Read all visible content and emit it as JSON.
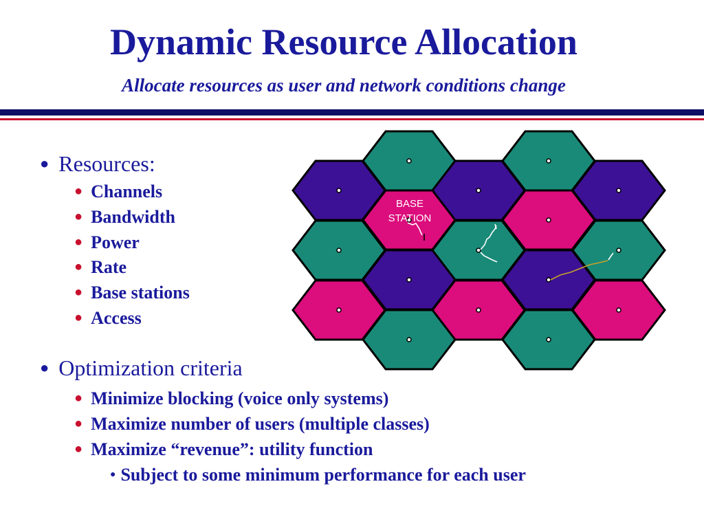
{
  "slide": {
    "title": "Dynamic Resource Allocation",
    "subtitle": "Allocate resources as user and network conditions change"
  },
  "resources": {
    "heading": "Resources:",
    "items": [
      "Channels",
      "Bandwidth",
      "Power",
      "Rate",
      "Base stations",
      "Access"
    ]
  },
  "optimization": {
    "heading": "Optimization criteria",
    "items": [
      "Minimize blocking (voice only systems)",
      "Maximize number of users (multiple classes)",
      "Maximize “revenue”: utility function"
    ],
    "subitem": "Subject to some minimum performance for each user"
  },
  "diagram": {
    "label_line1": "BASE",
    "label_line2": "STATION",
    "colors": {
      "teal": "#1a8a78",
      "purple": "#3d1196",
      "magenta": "#dc0d7c",
      "outline": "#000000",
      "link_white": "#ffffff",
      "link_gold": "#c8a02a"
    },
    "cell_colors": [
      "teal",
      "purple",
      "teal",
      "purple",
      "purple",
      "magenta",
      "purple",
      "magenta",
      "teal",
      "teal",
      "teal",
      "purple",
      "teal",
      "purple",
      "magenta",
      "magenta",
      "magenta",
      "teal",
      "teal"
    ]
  }
}
